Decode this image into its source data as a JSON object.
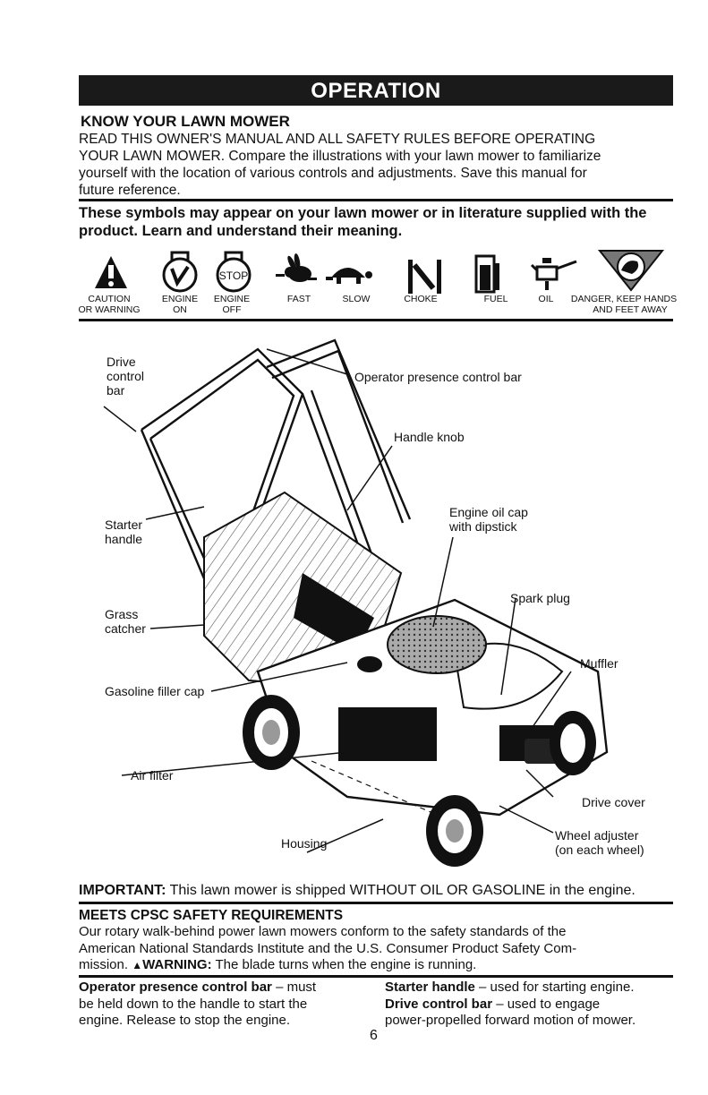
{
  "banner": "OPERATION",
  "know": {
    "heading": "KNOW YOUR LAWN MOWER",
    "lines": [
      "READ THIS OWNER'S MANUAL AND ALL SAFETY RULES BEFORE OPERATING",
      "YOUR LAWN MOWER.  Compare the illustrations with your lawn mower to familiarize",
      "yourself with the location of various controls and adjustments.  Save this manual for",
      "future reference."
    ]
  },
  "symbols": {
    "intro_lines": [
      "These symbols may appear on your lawn mower or in literature supplied with the",
      "product.  Learn and understand their meaning."
    ],
    "items": [
      {
        "icon": "caution-warning-icon",
        "line1": "CAUTION",
        "line2": "OR WARNING"
      },
      {
        "icon": "engine-on-icon",
        "line1": "ENGINE",
        "line2": "ON"
      },
      {
        "icon": "engine-off-icon",
        "line1": "ENGINE",
        "line2": "OFF",
        "inner": "STOP"
      },
      {
        "icon": "fast-rabbit-icon",
        "line1": "FAST",
        "line2": ""
      },
      {
        "icon": "slow-turtle-icon",
        "line1": "SLOW",
        "line2": ""
      },
      {
        "icon": "choke-icon",
        "line1": "CHOKE",
        "line2": ""
      },
      {
        "icon": "fuel-icon",
        "line1": "FUEL",
        "line2": ""
      },
      {
        "icon": "oil-can-icon",
        "line1": "OIL",
        "line2": ""
      },
      {
        "icon": "keep-hands-away-icon",
        "line1": "DANGER, KEEP HANDS",
        "line2": "AND FEET AWAY"
      }
    ]
  },
  "diagram": {
    "callouts": {
      "drive_control": [
        "Drive",
        "control",
        "bar"
      ],
      "operator_bar": "Operator presence control bar",
      "handle_knob": "Handle knob",
      "oil_cap": [
        "Engine oil cap",
        "with dipstick"
      ],
      "starter": [
        "Starter",
        "handle"
      ],
      "spark_plug": "Spark plug",
      "grass_catcher": [
        "Grass",
        "catcher"
      ],
      "muffler": "Muffler",
      "gas_cap": "Gasoline filler cap",
      "air_filter": "Air filter",
      "drive_cover": "Drive cover",
      "housing": "Housing",
      "wheel_adjuster": [
        "Wheel adjuster",
        "(on each wheel)"
      ]
    }
  },
  "important": {
    "label": "IMPORTANT:",
    "text": " This lawn mower is shipped WITHOUT OIL OR GASOLINE in the engine."
  },
  "cpsc": {
    "heading": "MEETS CPSC SAFETY REQUIREMENTS",
    "lines": [
      "Our rotary walk-behind power lawn mowers conform to the safety standards of the",
      "American National Standards Institute and the U.S. Consumer Product Safety Com-"
    ],
    "line3_prefix": "mission.  ",
    "warning_label": "WARNING:",
    "warning_text": " The blade turns when the engine is running."
  },
  "definitions": {
    "left": {
      "term": "Operator presence control bar",
      "lines": [
        " – must",
        "be held down to the handle to start the",
        "engine.  Release to stop the engine."
      ]
    },
    "right": [
      {
        "term": "Starter handle",
        "text": " – used for starting engine."
      },
      {
        "term": "Drive control bar",
        "text": " – used to engage"
      },
      {
        "term": "",
        "text": "power-propelled forward motion of mower."
      }
    ]
  },
  "page_number": "6"
}
